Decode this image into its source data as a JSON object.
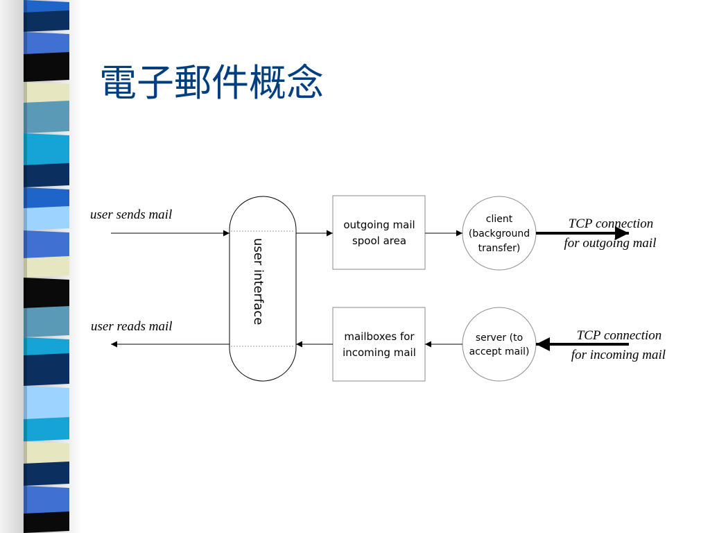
{
  "slide": {
    "title": "電子郵件概念"
  },
  "colors": {
    "title": "#003e80",
    "strip_palette": [
      "#3f70d2",
      "#0b2f5e",
      "#5b9ab7",
      "#9dd4ff",
      "#e6e6c0",
      "#0a0a0a",
      "#16a3d6",
      "#1f64c8"
    ]
  },
  "diagram": {
    "user_interface": {
      "label": "user interface"
    },
    "boxes": {
      "outgoing_spool": {
        "lines": [
          "outgoing mail",
          "spool area"
        ]
      },
      "incoming_mailboxes": {
        "lines": [
          "mailboxes for",
          "incoming mail"
        ]
      }
    },
    "circles": {
      "client": {
        "lines": [
          "client",
          "(background",
          "transfer)"
        ]
      },
      "server": {
        "lines": [
          "server (to",
          "accept mail)"
        ]
      }
    },
    "labels": {
      "user_sends": "user sends mail",
      "user_reads": "user reads mail",
      "tcp_outgoing_line1": "TCP connection",
      "tcp_outgoing_line2": "for outgoing mail",
      "tcp_incoming_line1": "TCP connection",
      "tcp_incoming_line2": "for incoming mail"
    }
  }
}
